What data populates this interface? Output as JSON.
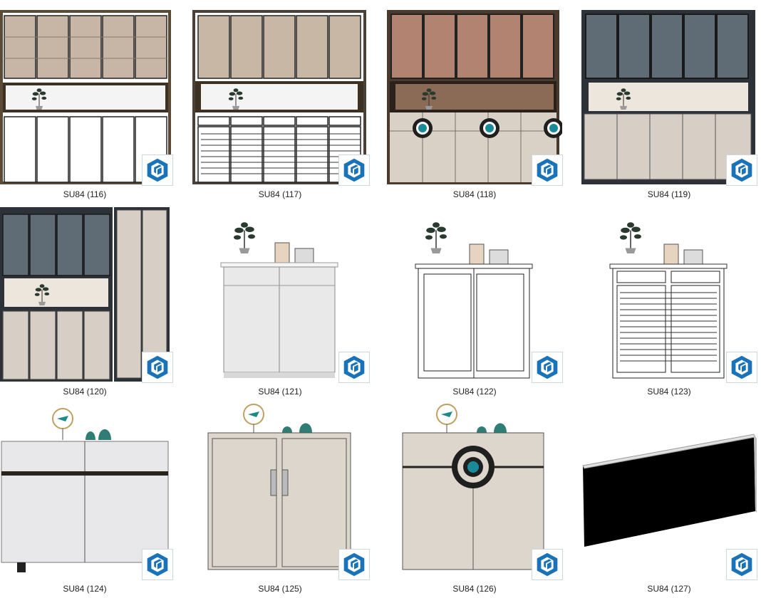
{
  "files": [
    {
      "label": "SU84 (116)"
    },
    {
      "label": "SU84 (117)"
    },
    {
      "label": "SU84 (118)"
    },
    {
      "label": "SU84 (119)"
    },
    {
      "label": "SU84 (120)"
    },
    {
      "label": "SU84 (121)"
    },
    {
      "label": "SU84 (122)"
    },
    {
      "label": "SU84 (123)"
    },
    {
      "label": "SU84 (124)"
    },
    {
      "label": "SU84 (125)"
    },
    {
      "label": "SU84 (126)"
    },
    {
      "label": "SU84 (127)"
    }
  ],
  "colors": {
    "accent": "#1a73b8",
    "badge_border": "#cfd6dc",
    "caption": "#222222"
  },
  "icons": {
    "badge": "sketchup-icon"
  }
}
